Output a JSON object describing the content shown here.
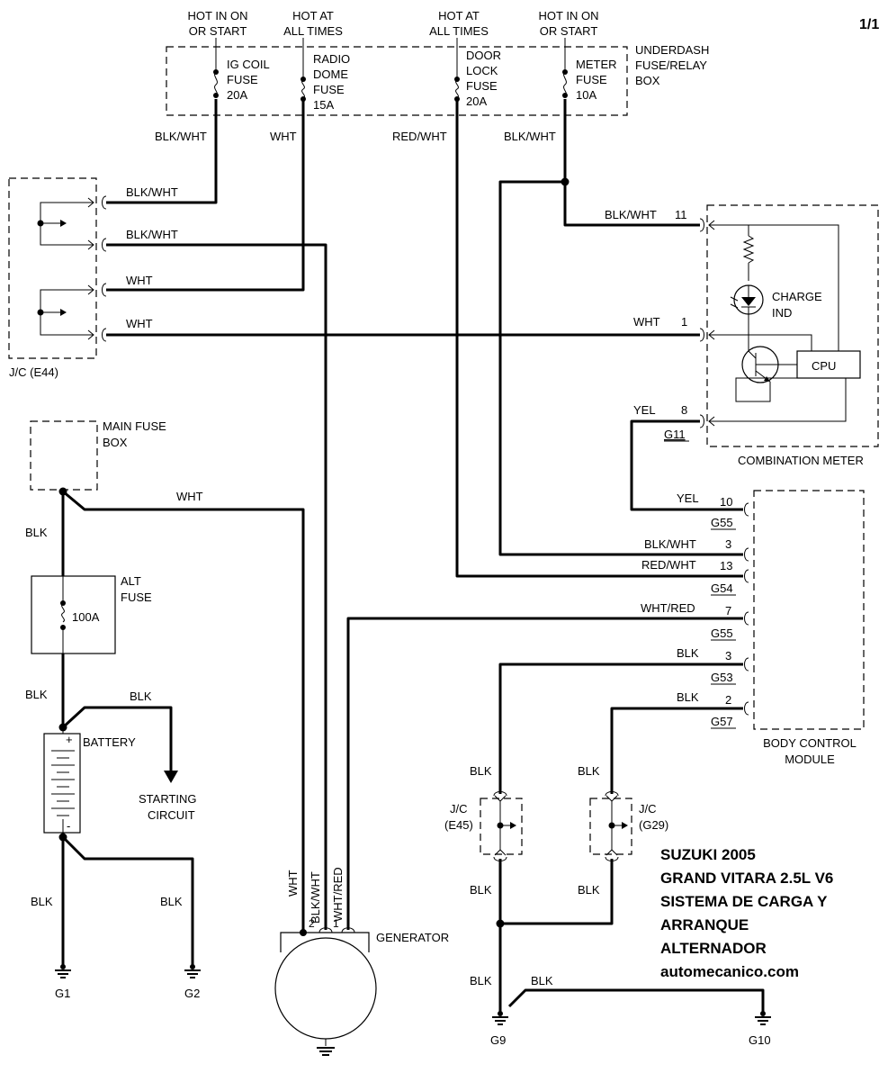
{
  "page": {
    "page_number": "1/1"
  },
  "fuse_box": {
    "title": [
      "UNDERDASH",
      "FUSE/RELAY",
      "BOX"
    ],
    "hot_labels": [
      [
        "HOT IN ON",
        "OR START"
      ],
      [
        "HOT AT",
        "ALL TIMES"
      ],
      [
        "HOT AT",
        "ALL TIMES"
      ],
      [
        "HOT IN ON",
        "OR START"
      ]
    ],
    "fuses": [
      [
        "IG COIL",
        "FUSE",
        "20A"
      ],
      [
        "RADIO",
        "DOME",
        "FUSE",
        "15A"
      ],
      [
        "DOOR",
        "LOCK",
        "FUSE",
        "20A"
      ],
      [
        "METER",
        "FUSE",
        "10A"
      ]
    ]
  },
  "wires": {
    "blk_wht": "BLK/WHT",
    "wht": "WHT",
    "red_wht": "RED/WHT",
    "yel": "YEL",
    "wht_red": "WHT/RED",
    "blk": "BLK"
  },
  "junctions": {
    "e44": "J/C (E44)",
    "e45": [
      "J/C",
      "(E45)"
    ],
    "g29": [
      "J/C",
      "(G29)"
    ]
  },
  "combination_meter": {
    "title": "COMBINATION METER",
    "charge_ind": [
      "CHARGE",
      "IND"
    ],
    "cpu": "CPU",
    "pins": [
      "11",
      "1",
      "8"
    ],
    "connector": "G11"
  },
  "body_control_module": {
    "title": [
      "BODY CONTROL",
      "MODULE"
    ],
    "pins": [
      "10",
      "3",
      "13",
      "7",
      "3",
      "2"
    ],
    "connectors": [
      "G55",
      "G54",
      "G55",
      "G53",
      "G57"
    ]
  },
  "main_fuse_box": {
    "title": [
      "MAIN FUSE",
      "BOX"
    ]
  },
  "alt_fuse": {
    "title": [
      "ALT",
      "FUSE"
    ],
    "rating": "100A"
  },
  "battery": {
    "title": "BATTERY",
    "plus": "+",
    "minus": "-"
  },
  "starting_circuit": [
    "STARTING",
    "CIRCUIT"
  ],
  "generator": {
    "title": "GENERATOR",
    "pins": [
      "2",
      "1"
    ]
  },
  "grounds": [
    "G1",
    "G2",
    "G9",
    "G10"
  ],
  "caption": {
    "lines": [
      "SUZUKI 2005",
      "GRAND VITARA 2.5L V6",
      "SISTEMA DE CARGA Y",
      "ARRANQUE",
      "ALTERNADOR",
      "automecanico.com"
    ]
  }
}
